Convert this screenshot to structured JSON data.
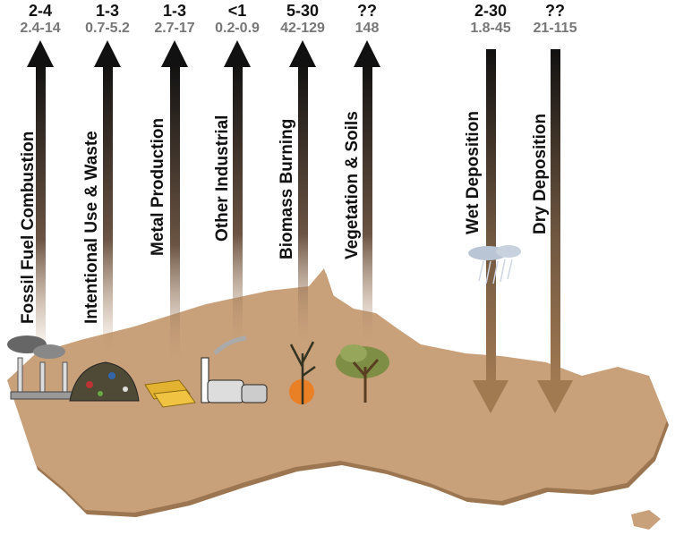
{
  "sources": [
    {
      "label": "Fossil Fuel Combustion",
      "estimate": "2-4",
      "range": "2.4-14",
      "icon": "power-plant-icon"
    },
    {
      "label": "Intentional Use & Waste",
      "estimate": "1-3",
      "range": "0.7-5.2",
      "icon": "waste-heap-icon"
    },
    {
      "label": "Metal Production",
      "estimate": "1-3",
      "range": "2.7-17",
      "icon": "gold-bars-icon"
    },
    {
      "label": "Other Industrial",
      "estimate": "<1",
      "range": "0.2-0.9",
      "icon": "industrial-plant-icon"
    },
    {
      "label": "Biomass Burning",
      "estimate": "5-30",
      "range": "42-129",
      "icon": "burning-tree-icon"
    },
    {
      "label": "Vegetation & Soils",
      "estimate": "??",
      "range": "148",
      "icon": "tree-icon"
    }
  ],
  "sinks": [
    {
      "label": "Wet Deposition",
      "estimate": "2-30",
      "range": "1.8-45",
      "icon": "rain-cloud-icon"
    },
    {
      "label": "Dry Deposition",
      "estimate": "??",
      "range": "21-115"
    }
  ],
  "colors": {
    "land": "#c8a07a",
    "land_edge": "#9c7650",
    "arrow_dark": "#111111",
    "arrow_light": "#a27a52"
  }
}
